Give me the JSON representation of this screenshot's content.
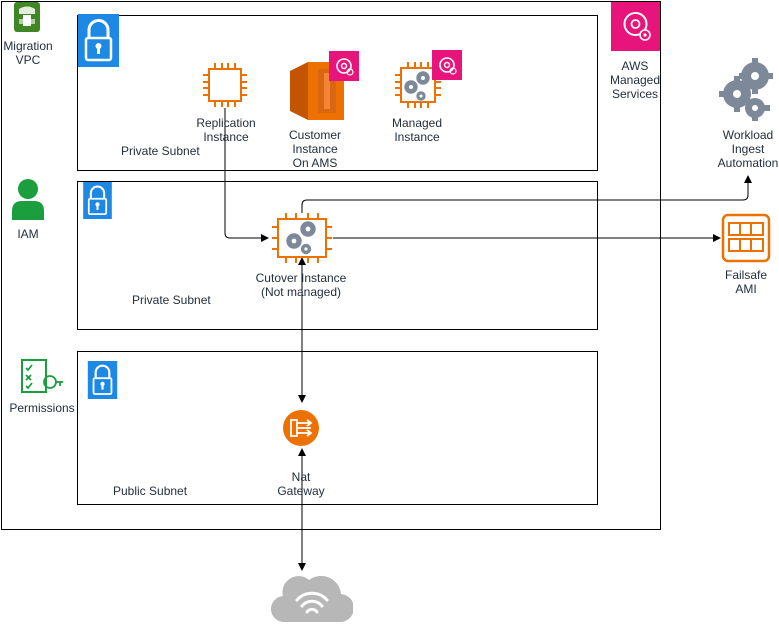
{
  "vpc": {
    "label": "Migration\nVPC"
  },
  "subnets": {
    "top_label": "Private Subnet",
    "middle_label": "Private Subnet",
    "bottom_label": "Public Subnet"
  },
  "instances": {
    "replication": "Replication\nInstance",
    "customer": "Customer\nInstance\nOn AMS",
    "managed": "Managed\nInstance",
    "cutover": "Cutover Instance\n(Not managed)"
  },
  "services": {
    "ams": "AWS\nManaged\nServices",
    "workload_ingest": "Workload\nIngest\nAutomation",
    "failsafe": "Failsafe\nAMI",
    "nat": "Nat\nGateway"
  },
  "left_panel": {
    "iam": "IAM",
    "permissions": "Permissions"
  },
  "colors": {
    "ec2_orange": "#ed7100",
    "ams_pink": "#e7157b",
    "lock_blue": "#1e88e5",
    "vpc_green": "#3f8624",
    "iam_green": "#1b9e3e",
    "gear_gray": "#7d8998",
    "cloud_gray": "#b7b7b7"
  }
}
